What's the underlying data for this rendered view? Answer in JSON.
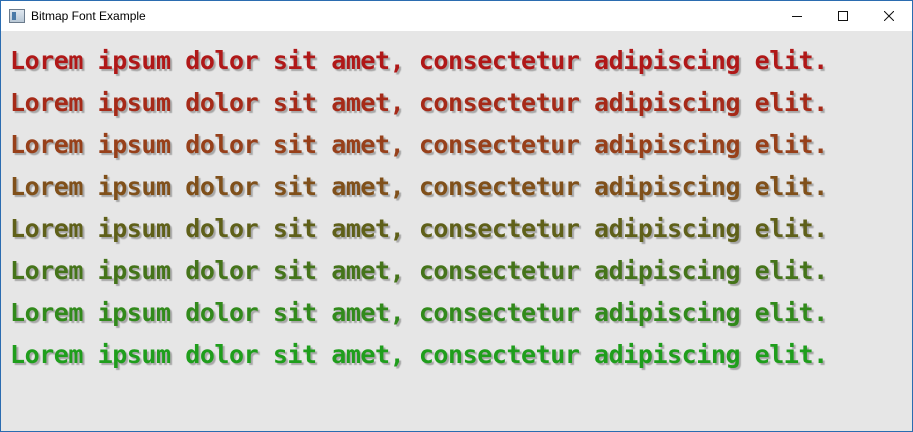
{
  "window": {
    "title": "Bitmap Font Example"
  },
  "icons": {
    "app": "app-window-icon",
    "minimize": "minimize-icon",
    "maximize": "maximize-icon",
    "close": "close-icon"
  },
  "lines": [
    {
      "text": "Lorem ipsum dolor sit amet, consectetur adipiscing elit.",
      "color": "#b01818"
    },
    {
      "text": "Lorem ipsum dolor sit amet, consectetur adipiscing elit.",
      "color": "#a62a18"
    },
    {
      "text": "Lorem ipsum dolor sit amet, consectetur adipiscing elit.",
      "color": "#97401a"
    },
    {
      "text": "Lorem ipsum dolor sit amet, consectetur adipiscing elit.",
      "color": "#80501a"
    },
    {
      "text": "Lorem ipsum dolor sit amet, consectetur adipiscing elit.",
      "color": "#5f6019"
    },
    {
      "text": "Lorem ipsum dolor sit amet, consectetur adipiscing elit.",
      "color": "#45741a"
    },
    {
      "text": "Lorem ipsum dolor sit amet, consectetur adipiscing elit.",
      "color": "#318a1b"
    },
    {
      "text": "Lorem ipsum dolor sit amet, consectetur adipiscing elit.",
      "color": "#1f9e1c"
    }
  ]
}
